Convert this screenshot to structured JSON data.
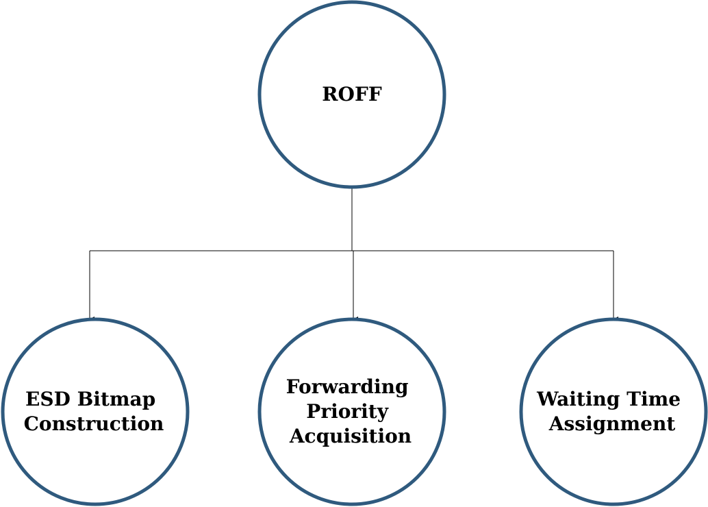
{
  "diagram": {
    "root": {
      "lines": [
        "ROFF"
      ]
    },
    "children": [
      {
        "lines": [
          "ESD Bitmap",
          "Construction"
        ]
      },
      {
        "lines": [
          "Forwarding",
          "Priority",
          "Acquisition"
        ]
      },
      {
        "lines": [
          "Waiting Time",
          "Assignment"
        ]
      }
    ],
    "colors": {
      "node_border": "#2f5a7e",
      "node_fill": "#ffffff",
      "connector": "#000000",
      "text": "#000000"
    }
  }
}
